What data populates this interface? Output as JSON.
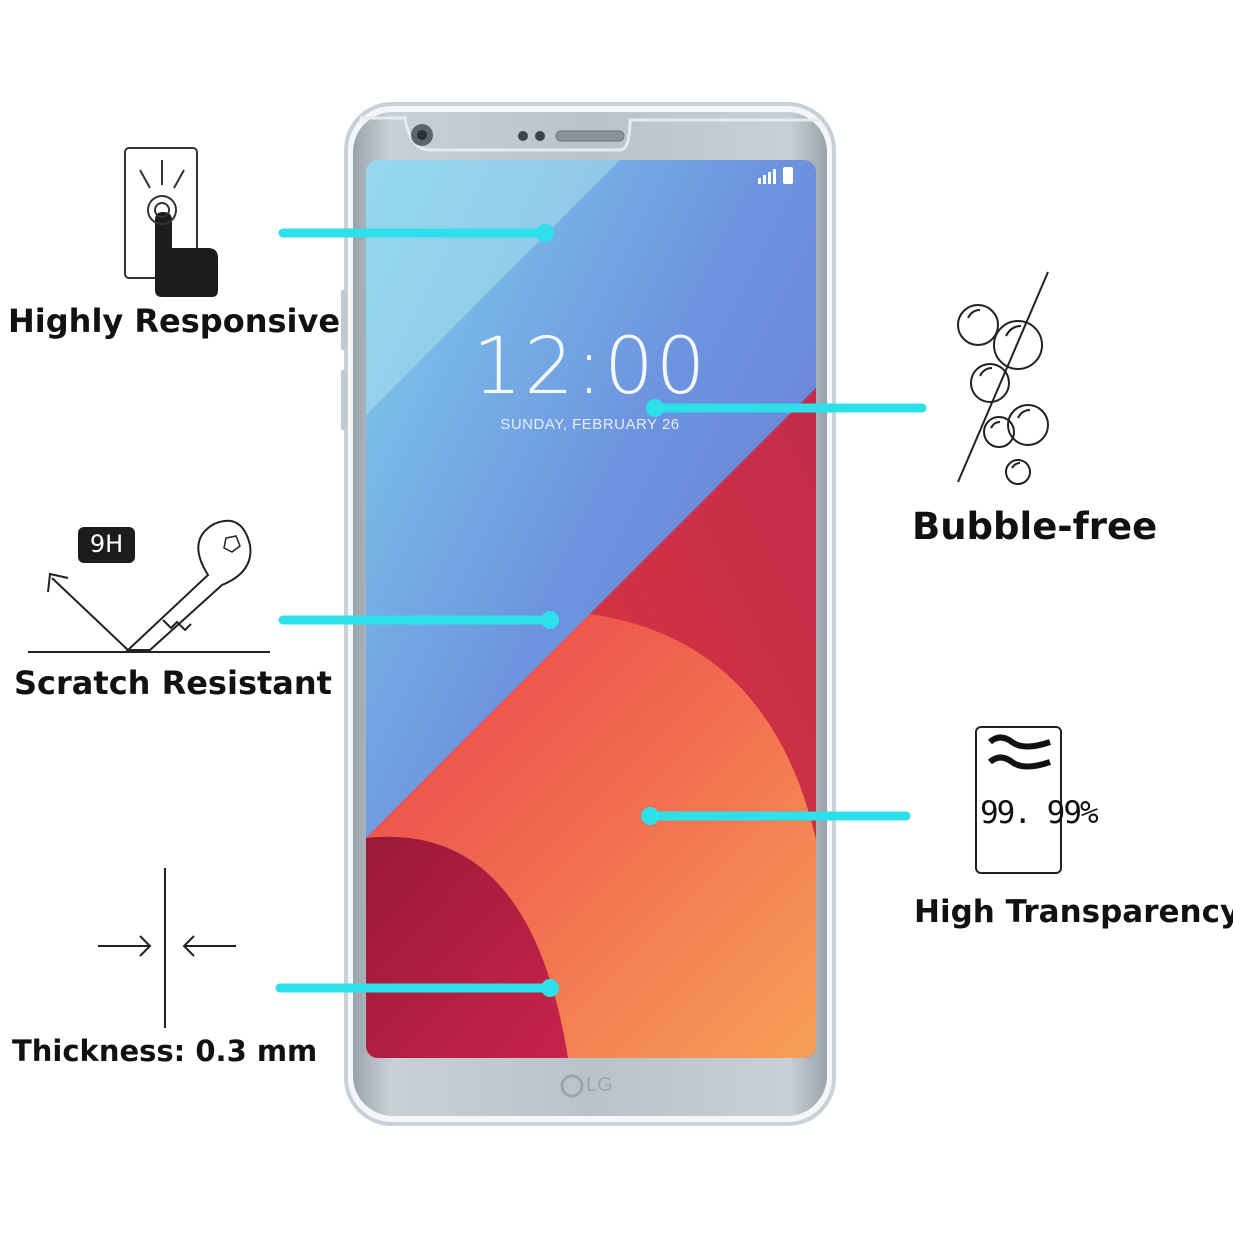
{
  "features": {
    "highly_responsive": "Highly Responsive",
    "scratch_resistant": "Scratch Resistant",
    "thickness": "Thickness: 0.3 mm",
    "bubble_free": "Bubble-free",
    "high_transparency": "High Transparency"
  },
  "icons": {
    "hardness_badge": "9H",
    "transparency_value": "99. 99%"
  },
  "phone": {
    "clock_time": "12:00",
    "clock_date": "SUNDAY, FEBRUARY 26",
    "brand": "LG"
  },
  "colors": {
    "callout": "#2de0ea",
    "label": "#111111",
    "screen_blue": "#6f8fe0",
    "screen_purple": "#7a3f98",
    "screen_red": "#d3303e",
    "screen_orange": "#f08a5a",
    "frame": "#a8b2bc"
  }
}
